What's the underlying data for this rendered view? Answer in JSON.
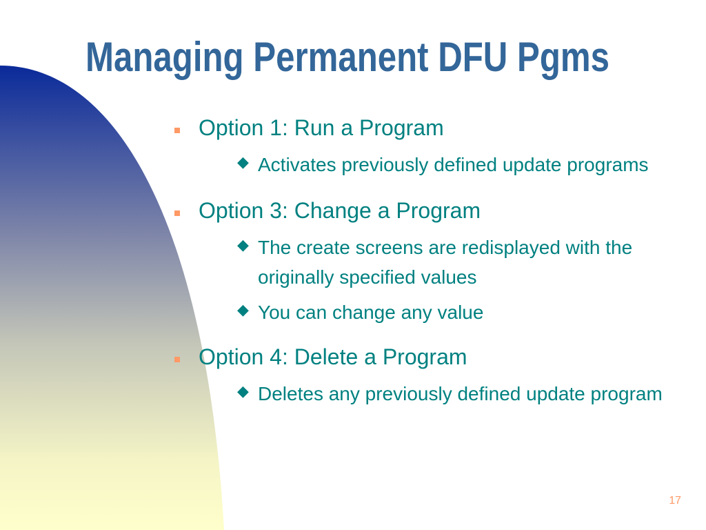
{
  "slide": {
    "title": "Managing Permanent DFU Pgms",
    "bullets": [
      {
        "text": "Option 1: Run a Program",
        "subs": [
          "Activates previously defined update programs"
        ]
      },
      {
        "text": "Option 3: Change a Program",
        "subs": [
          "The create screens are redisplayed with the originally specified values",
          "You can change any value"
        ]
      },
      {
        "text": "Option 4: Delete a Program",
        "subs": [
          "Deletes any previously defined update program"
        ]
      }
    ],
    "page_number": "17"
  },
  "colors": {
    "title": "#336699",
    "body_text": "#008080",
    "bullet_marker": "#ff9966",
    "page_number": "#ff9966",
    "gradient_top": "#0a2a9a",
    "gradient_bottom": "#ffffcc"
  },
  "icons": {
    "bullet": "orange-square-icon",
    "sub_bullet": "diamond-icon"
  }
}
